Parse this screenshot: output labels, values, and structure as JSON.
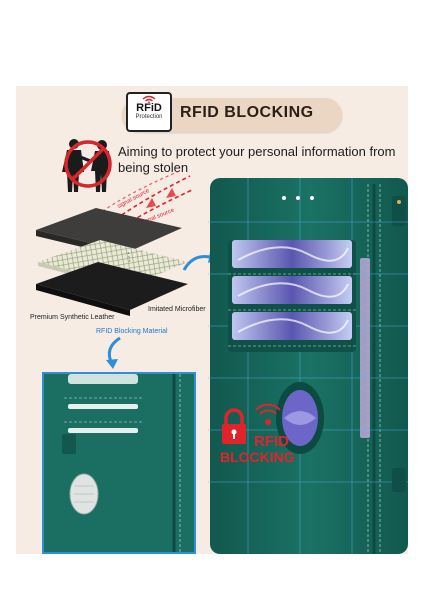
{
  "banner": {
    "title": "RFID BLOCKING",
    "badge_title": "RFiD",
    "badge_subtitle": "Protection"
  },
  "tagline": "Aiming to protect your personal information from being stolen",
  "layers": {
    "outer": "Premium Synthetic Leather",
    "middle": "RFID Blocking Material",
    "inner": "Imitated Microfiber"
  },
  "signal_labels": [
    "signal source",
    "signal source"
  ],
  "case_stamp": [
    "RFID",
    "BLOCKING"
  ],
  "colors": {
    "background_panel": "#f6ece4",
    "banner_pill": "#ead6c2",
    "case_green": "#176b5f",
    "stitch": "#cfe3df",
    "accent_blue": "#2f8fd6",
    "stamp_red": "#e0242b"
  },
  "icons": [
    "wifi-icon",
    "thief-icon",
    "prohibited-icon",
    "lock-icon",
    "arrow-icon"
  ]
}
